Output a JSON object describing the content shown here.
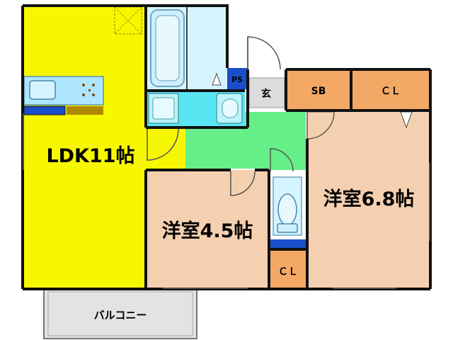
{
  "rooms": {
    "ldk": {
      "label": "LDK11帖",
      "color": "#f7f700"
    },
    "western_small": {
      "label": "洋室4.5帖",
      "color": "#f5d0b0"
    },
    "western_large": {
      "label": "洋室6.8帖",
      "color": "#f5d0b0"
    },
    "balcony": {
      "label": "バルコニー",
      "color": "#e3e3e3"
    },
    "sb": {
      "label": "SB",
      "color": "#f3a865"
    },
    "closet_top": {
      "label": "ＣＬ",
      "color": "#f3a865"
    },
    "closet_bottom": {
      "label": "ＣＬ",
      "color": "#f3a865"
    },
    "entrance": {
      "label": "玄",
      "color": "#dcdcdc"
    },
    "ps": {
      "label": "PS",
      "color": "#1b4fc9"
    },
    "hallway": {
      "color": "#66ee88"
    },
    "wet_area": {
      "color": "#d6f4ff"
    }
  }
}
